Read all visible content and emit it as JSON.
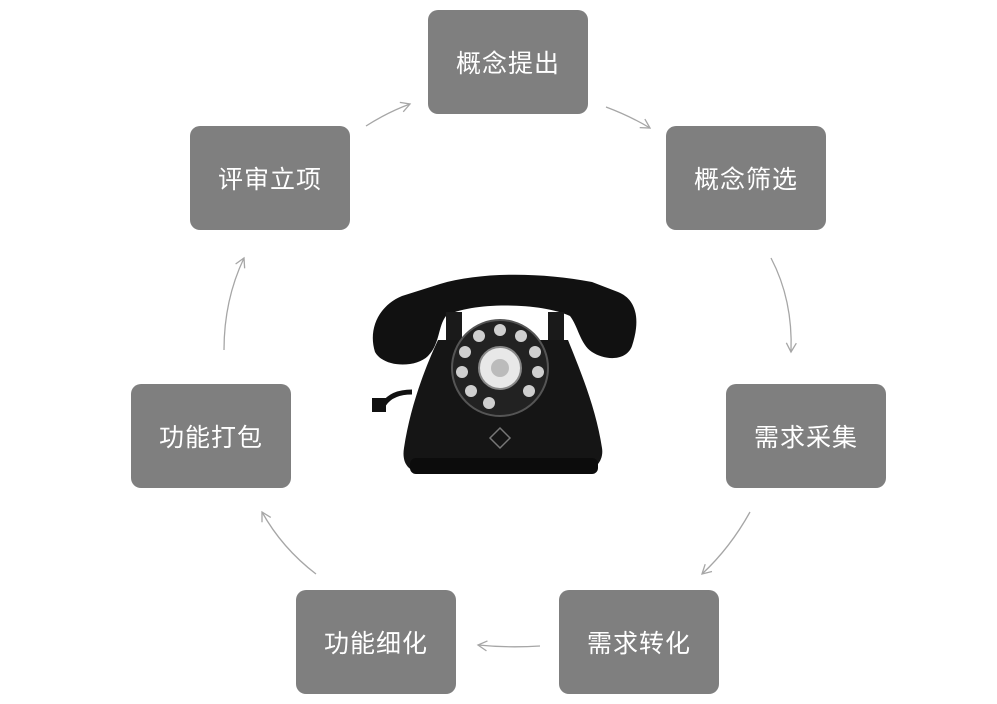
{
  "cycle": {
    "steps": [
      {
        "label": "概念提出"
      },
      {
        "label": "概念筛选"
      },
      {
        "label": "需求采集"
      },
      {
        "label": "需求转化"
      },
      {
        "label": "功能细化"
      },
      {
        "label": "功能打包"
      },
      {
        "label": "评审立项"
      }
    ]
  },
  "center_image": {
    "icon": "rotary-telephone-icon"
  },
  "colors": {
    "node_fill": "#7f7f7f",
    "node_text": "#ffffff",
    "arrow": "#a6a6a6",
    "phone": "#111111"
  }
}
